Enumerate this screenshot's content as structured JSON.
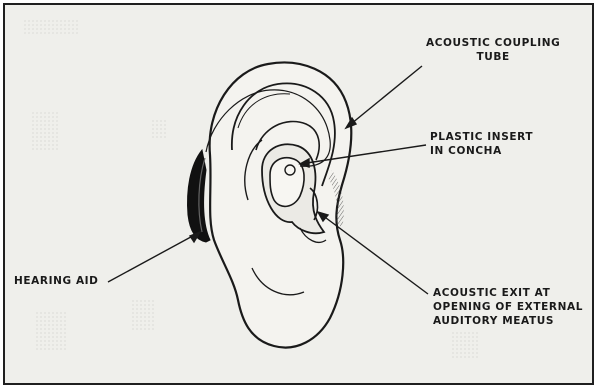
{
  "labels": {
    "coupling_tube": {
      "line1": "ACOUSTIC COUPLING",
      "line2": "TUBE"
    },
    "plastic_insert": {
      "line1": "PLASTIC INSERT",
      "line2": "IN CONCHA"
    },
    "hearing_aid": {
      "line1": "HEARING AID"
    },
    "acoustic_exit": {
      "line1": "ACOUSTIC EXIT AT",
      "line2": "OPENING OF EXTERNAL",
      "line3": "AUDITORY MEATUS"
    }
  },
  "colors": {
    "ink": "#1a1a1a",
    "paper": "#efefeb",
    "ear_fill": "#f4f3ef",
    "hearing_aid_body": "#111111"
  }
}
